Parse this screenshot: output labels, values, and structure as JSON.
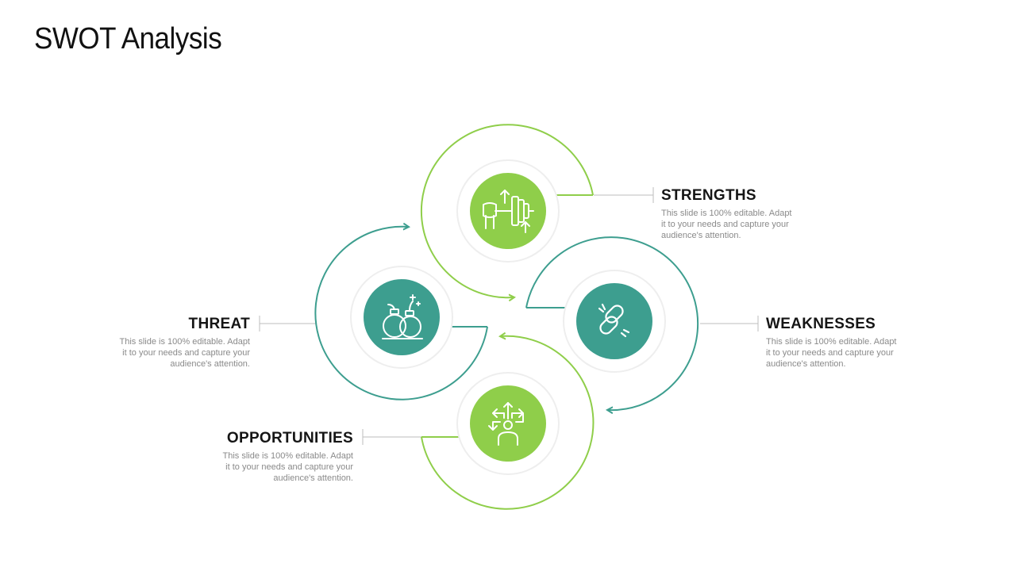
{
  "title": "SWOT Analysis",
  "colors": {
    "green": "#8fce4a",
    "teal": "#3d9e8f",
    "connector": "#bdbdbd",
    "halo": "#eeeeee"
  },
  "items": [
    {
      "key": "strengths",
      "label": "STRENGTHS",
      "description": "This slide is 100% editable. Adapt it to your needs and capture your audience's attention.",
      "icon": "dumbbell-icon"
    },
    {
      "key": "weaknesses",
      "label": "WEAKNESSES",
      "description": "This slide is 100% editable. Adapt it to your needs and capture your audience's attention.",
      "icon": "broken-chain-icon"
    },
    {
      "key": "opportunities",
      "label": "OPPORTUNITIES",
      "description": "This slide is 100% editable. Adapt it to your needs and capture your audience's attention.",
      "icon": "person-arrows-icon"
    },
    {
      "key": "threat",
      "label": "THREAT",
      "description": "This slide is 100% editable. Adapt it to your needs and capture your audience's attention.",
      "icon": "bombs-icon"
    }
  ]
}
